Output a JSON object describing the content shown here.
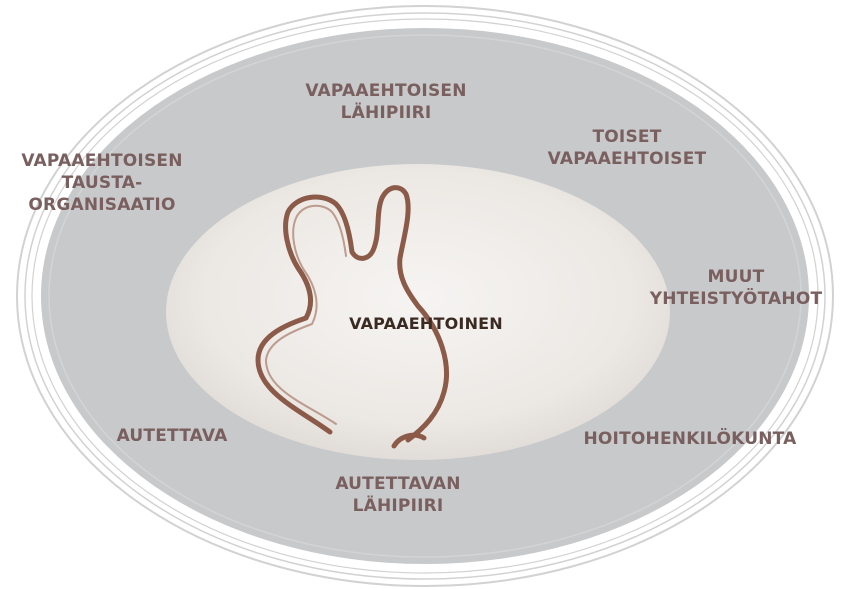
{
  "colors": {
    "label": "#7a5f5f",
    "center_label": "#3a2a22",
    "outer_ring": "#cfcfcf",
    "outer_fill": "#c8c9cb",
    "inner_fill": "#ece8e4",
    "cutter": "#8b5a48"
  },
  "diagram": {
    "center": {
      "label": "VAPAAEHTOINEN",
      "image": "cookie-cutter-person-icon"
    },
    "nodes": [
      {
        "id": "lahipiiri",
        "lines": [
          "VAPAAEHTOISEN",
          "LÄHIPIIRI"
        ]
      },
      {
        "id": "toiset",
        "lines": [
          "TOISET",
          "VAPAAEHTOISET"
        ]
      },
      {
        "id": "taustaorganisaatio",
        "lines": [
          "VAPAAEHTOISEN",
          "TAUSTA-",
          "ORGANISAATIO"
        ]
      },
      {
        "id": "muut",
        "lines": [
          "MUUT",
          "YHTEISTYÖTAHOT"
        ]
      },
      {
        "id": "autettava",
        "lines": [
          "AUTETTAVA"
        ]
      },
      {
        "id": "hoitohenkilokunta",
        "lines": [
          "HOITOHENKILÖKUNTA"
        ]
      },
      {
        "id": "autettavan-lahipiiri",
        "lines": [
          "AUTETTAVAN",
          "LÄHIPIIRI"
        ]
      }
    ]
  }
}
